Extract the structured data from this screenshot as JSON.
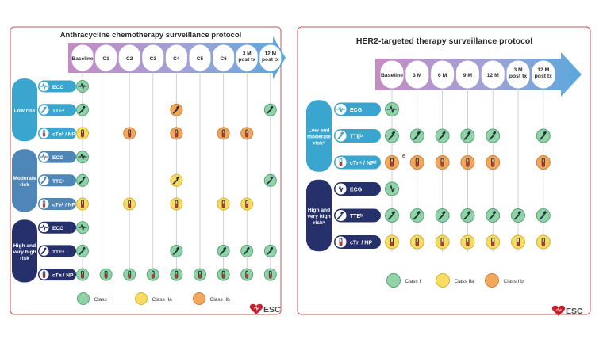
{
  "colors": {
    "class_1": "#8fd3a6",
    "class_2a": "#f7dc63",
    "class_2b": "#f2a85c",
    "panel_border": "#c8545a",
    "low": "#3aa6cf",
    "moderate": "#4f86b8",
    "high": "#26316b",
    "esc_red": "#c7202f"
  },
  "anthracycline": {
    "title": "Anthracycline chemotherapy surveillance protocol",
    "timepoints": [
      "Baseline",
      "C1",
      "C2",
      "C3",
      "C4",
      "C5",
      "C6",
      "3 M post tx",
      "12 M post tx"
    ],
    "groups": [
      {
        "label": "Low risk",
        "tone": "low",
        "rows": [
          {
            "test": "ECG",
            "icon": "ecg",
            "marks": [
              "1",
              "",
              "",
              "",
              "",
              "",
              "",
              "",
              ""
            ]
          },
          {
            "test": "TTEᵃ",
            "icon": "echo",
            "marks": [
              "1",
              "",
              "",
              "",
              "2b",
              "",
              "",
              "",
              "1"
            ]
          },
          {
            "test": "cTnᵇ / NPᶜ",
            "icon": "tube",
            "marks": [
              "2a",
              "",
              "2b",
              "",
              "2b",
              "",
              "2b",
              "2b",
              ""
            ]
          }
        ]
      },
      {
        "label": "Moderate risk",
        "tone": "moderate",
        "rows": [
          {
            "test": "ECG",
            "icon": "ecg",
            "marks": [
              "1",
              "",
              "",
              "",
              "",
              "",
              "",
              "",
              ""
            ]
          },
          {
            "test": "TTEᵃ",
            "icon": "echo",
            "marks": [
              "1",
              "",
              "",
              "",
              "2a",
              "",
              "",
              "",
              "1"
            ]
          },
          {
            "test": "cTnᵇ / NPᶜ",
            "icon": "tube",
            "marks": [
              "2a",
              "",
              "2a",
              "",
              "2a",
              "",
              "2a",
              "2a",
              ""
            ]
          }
        ]
      },
      {
        "label": "High and very high risk",
        "tone": "high",
        "rows": [
          {
            "test": "ECG",
            "icon": "ecg",
            "marks": [
              "1",
              "",
              "",
              "",
              "",
              "",
              "",
              "",
              ""
            ]
          },
          {
            "test": "TTEᵃ",
            "icon": "echo",
            "marks": [
              "1",
              "",
              "",
              "",
              "1",
              "",
              "1",
              "1",
              "1"
            ]
          },
          {
            "test": "cTn / NP",
            "icon": "tube",
            "marks": [
              "1",
              "1",
              "1",
              "1",
              "1",
              "1",
              "1",
              "1",
              "1"
            ]
          }
        ]
      }
    ],
    "legend": [
      "Class I",
      "Class IIa",
      "Class IIb"
    ],
    "esc": "ESC"
  },
  "her2": {
    "title": "HER2-targeted therapy surveillance protocol",
    "timepoints": [
      "Baseline",
      "3 M",
      "6 M",
      "9 M",
      "12 M",
      "3 M post tx",
      "12 M post tx"
    ],
    "groups": [
      {
        "label": "Low and moderate riskᵃ",
        "tone": "low",
        "rows": [
          {
            "test": "ECG",
            "icon": "ecg",
            "marks": [
              "1",
              "",
              "",
              "",
              "",
              "",
              ""
            ]
          },
          {
            "test": "TTEᵇ",
            "icon": "echo",
            "marks": [
              "1",
              "1",
              "1",
              "1",
              "1",
              "",
              "1"
            ]
          },
          {
            "test": "cTnᶜ / NPᵈ",
            "icon": "tube",
            "marks": [
              "2b",
              "2b",
              "2b",
              "2b",
              "2b",
              "",
              "2b"
            ],
            "note": "e"
          }
        ]
      },
      {
        "label": "High and very high riskᵃ",
        "tone": "high",
        "rows": [
          {
            "test": "ECG",
            "icon": "ecg",
            "marks": [
              "1",
              "",
              "",
              "",
              "",
              "",
              ""
            ]
          },
          {
            "test": "TTEᵇ",
            "icon": "echo",
            "marks": [
              "1",
              "1",
              "1",
              "1",
              "1",
              "1",
              "1"
            ]
          },
          {
            "test": "cTn / NP",
            "icon": "tube",
            "marks": [
              "2a",
              "2a",
              "2a",
              "2a",
              "2a",
              "2a",
              "2a"
            ]
          }
        ]
      }
    ],
    "legend": [
      "Class I",
      "Class IIa",
      "Class IIb"
    ],
    "esc": "ESC"
  }
}
